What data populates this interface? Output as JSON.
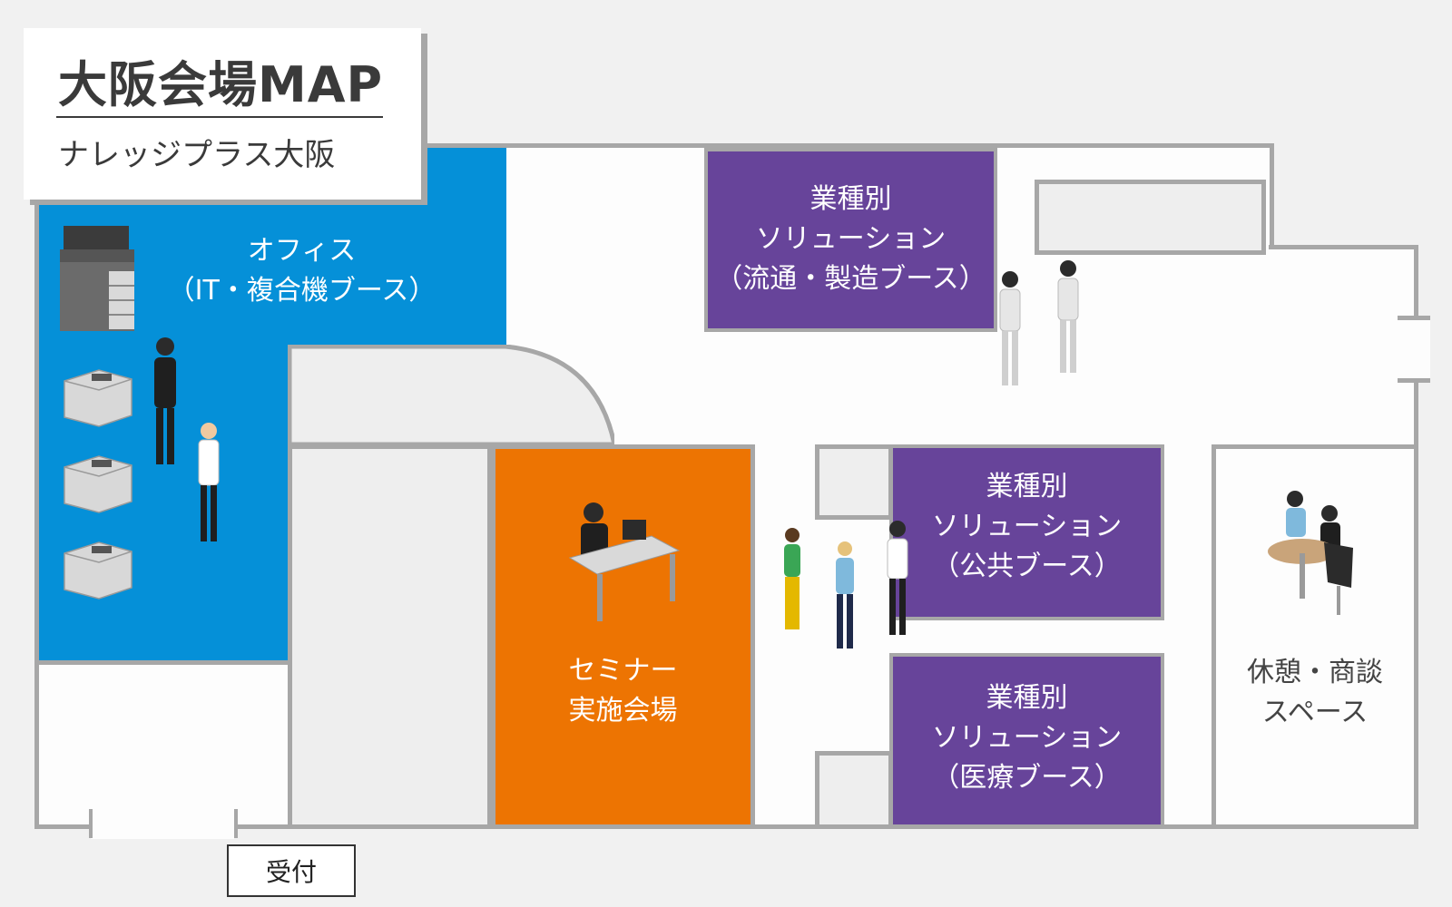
{
  "map": {
    "title": "大阪会場MAP",
    "subtitle": "ナレッジプラス大阪",
    "colors": {
      "office": "#0590d8",
      "seminar": "#ed7402",
      "booth": "#67449a",
      "wall": "#a7a7a7",
      "background": "#f1f1f1"
    }
  },
  "rooms": {
    "office": "オフィス\n（IT・複合機ブース）",
    "booth_distribution": "業種別\nソリューション\n（流通・製造ブース）",
    "booth_public": "業種別\nソリューション\n（公共ブース）",
    "booth_medical": "業種別\nソリューション\n（医療ブース）",
    "seminar": "セミナー\n実施会場",
    "lounge": "休憩・商談\nスペース"
  },
  "reception": {
    "label": "受付"
  },
  "icons": {
    "multifunction_printer": "copier-icon",
    "printers": "printer-icon",
    "people": "person-icon",
    "seminar_desk": "desk-with-computer-icon",
    "lounge_table": "meeting-table-icon"
  }
}
